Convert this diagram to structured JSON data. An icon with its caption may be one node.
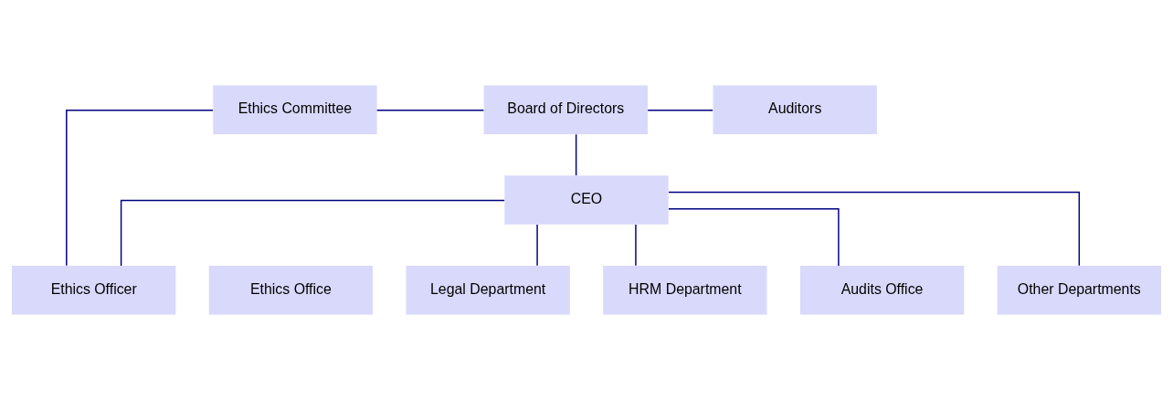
{
  "diagram": {
    "nodes": [
      {
        "text": [
          "Ethics Committee"
        ]
      },
      {
        "text": [
          "Board of Directors"
        ]
      },
      {
        "text": [
          "Auditors"
        ]
      },
      {
        "text": [
          "CEO"
        ]
      },
      {
        "text": [
          "Ethics Officer"
        ]
      },
      {
        "text": [
          "Legal Department"
        ]
      },
      {
        "text": [
          "HRM Department"
        ]
      },
      {
        "text": [
          "Audits Office"
        ]
      },
      {
        "text": [
          "Other Departments"
        ]
      },
      {
        "text": [
          "Ethics Office"
        ]
      }
    ],
    "edges": [
      {
        "from": 0,
        "to": 1,
        "arrow": "none"
      },
      {
        "from": 1,
        "to": 2,
        "arrow": "none"
      },
      {
        "from": 1,
        "to": 3,
        "arrow": "none"
      },
      {
        "from": 3,
        "to": 4,
        "arrow": "none"
      },
      {
        "from": 3,
        "to": 5,
        "arrow": "none"
      },
      {
        "from": 3,
        "to": 6,
        "arrow": "none"
      },
      {
        "from": 3,
        "to": 7,
        "arrow": "none"
      },
      {
        "from": 3,
        "to": 8,
        "arrow": "none"
      },
      {
        "from": 0,
        "to": 4,
        "arrow": "none"
      }
    ]
  }
}
